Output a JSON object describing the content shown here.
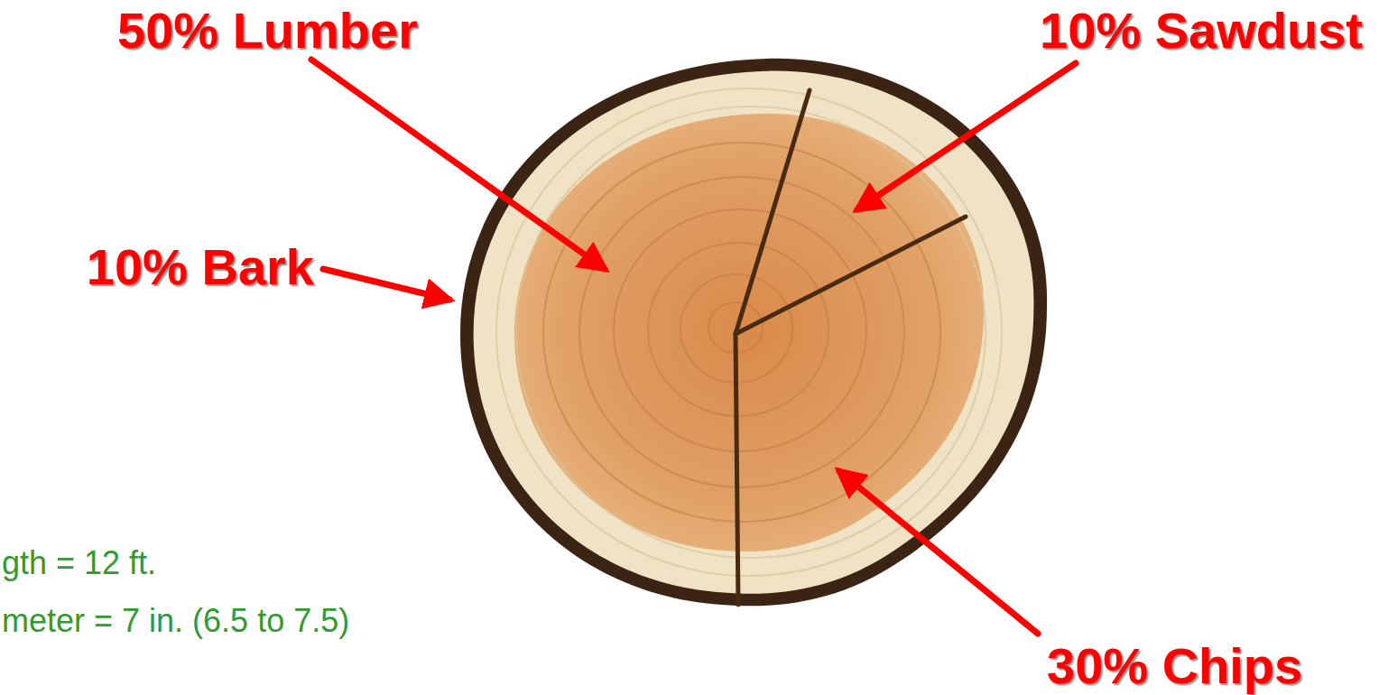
{
  "diagram": {
    "labels": [
      "50% Lumber",
      "10% Sawdust",
      "10% Bark",
      "30% Chips",
      "gth = 12 ft.",
      "meter = 7 in. (6.5 to 7.5)"
    ]
  }
}
